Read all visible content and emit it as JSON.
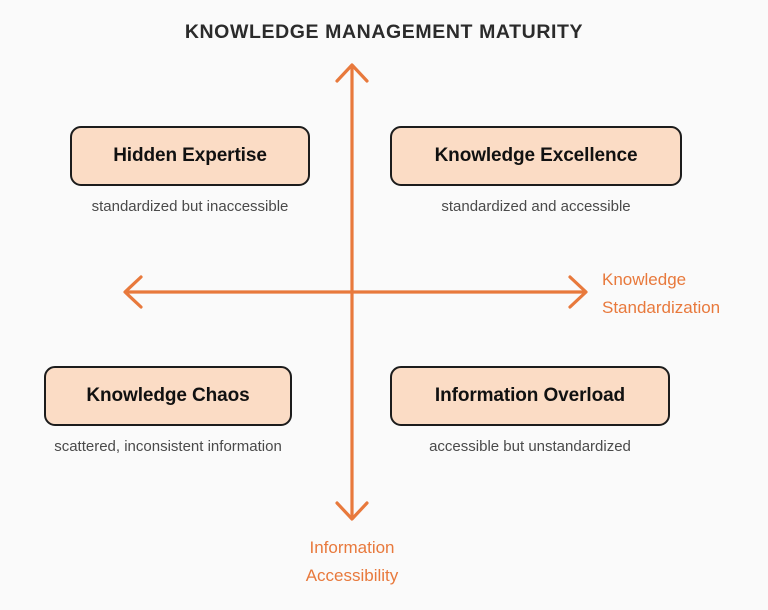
{
  "chart_data": {
    "type": "table",
    "title": "KNOWLEDGE MANAGEMENT MATURITY",
    "xlabel": "Knowledge Standardization",
    "ylabel": "Information Accessibility",
    "grid": false,
    "legend": "none",
    "quadrants": [
      {
        "position": "top-left",
        "label": "Hidden Expertise",
        "description": "standardized but inaccessible",
        "x_level": "high",
        "y_level": "low"
      },
      {
        "position": "top-right",
        "label": "Knowledge Excellence",
        "description": "standardized and accessible",
        "x_level": "high",
        "y_level": "high"
      },
      {
        "position": "bottom-left",
        "label": "Knowledge Chaos",
        "description": "scattered, inconsistent information",
        "x_level": "low",
        "y_level": "low"
      },
      {
        "position": "bottom-right",
        "label": "Information Overload",
        "description": "accessible but unstandardized",
        "x_level": "low",
        "y_level": "high"
      }
    ]
  },
  "diagram": {
    "title": "KNOWLEDGE MANAGEMENT MATURITY",
    "axes": {
      "horizontal_label_line1": "Knowledge",
      "horizontal_label_line2": "Standardization",
      "vertical_label_line1": "Information",
      "vertical_label_line2": "Accessibility"
    },
    "quadrants": {
      "top_left": {
        "label": "Hidden Expertise",
        "subtitle": "standardized but inaccessible"
      },
      "top_right": {
        "label": "Knowledge Excellence",
        "subtitle": "standardized and accessible"
      },
      "bottom_left": {
        "label": "Knowledge Chaos",
        "subtitle": "scattered, inconsistent information"
      },
      "bottom_right": {
        "label": "Information Overload",
        "subtitle": "accessible but unstandardized"
      }
    },
    "colors": {
      "background": "#FAFAFA",
      "accent_orange": "#E8793C",
      "box_fill": "#FBDCC5",
      "box_border": "#1C1C1C",
      "title_text": "#2B2B2B",
      "subtitle_text": "#4A4A4A"
    }
  }
}
